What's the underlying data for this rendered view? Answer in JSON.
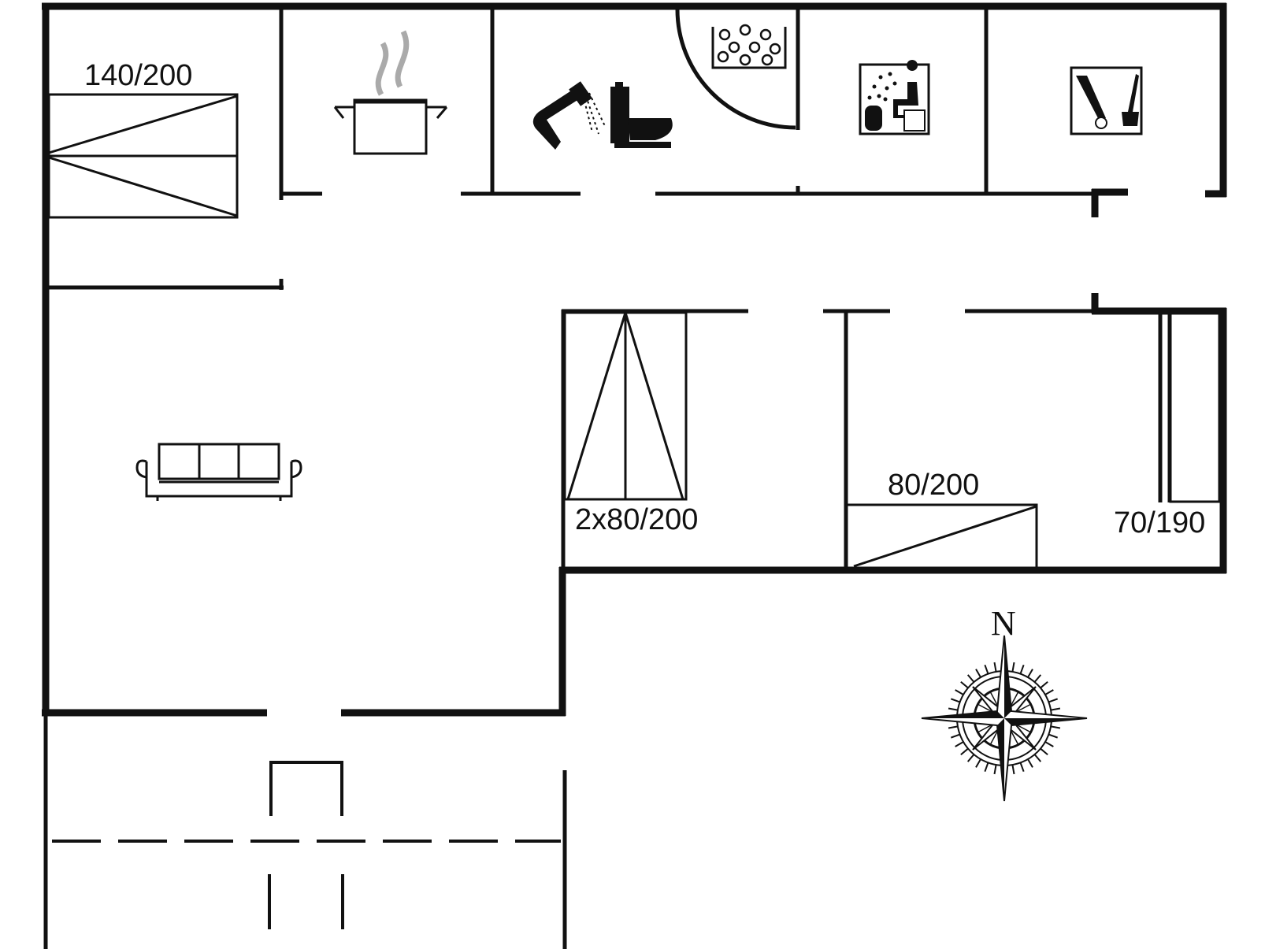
{
  "beds": {
    "bed1": "140/200",
    "bed2": "2x80/200",
    "bed3": "80/200",
    "bed4": "70/190"
  },
  "compass": {
    "north_letter": "N"
  },
  "icons": [
    "stove-pot-icon",
    "shower-icon",
    "toilet-icon",
    "whirlpool-icon",
    "sauna-icon",
    "utility-room-icon",
    "sofa-icon",
    "compass-rose-icon"
  ]
}
